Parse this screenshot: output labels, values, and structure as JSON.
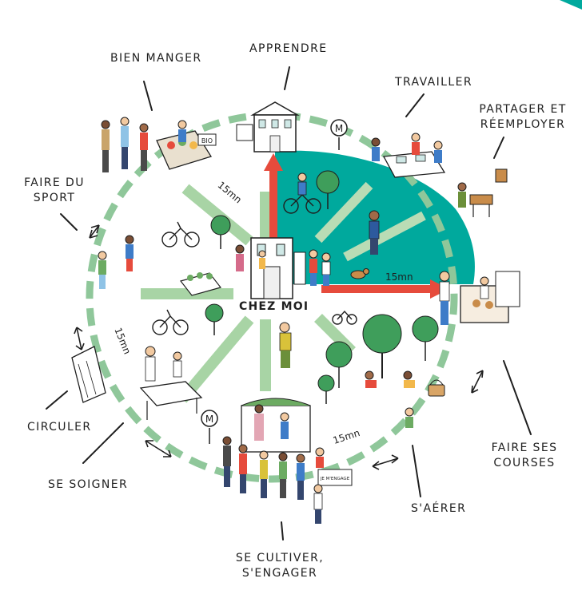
{
  "center_label": "CHEZ MOI",
  "distance_label": "15mn",
  "metro_glyph": "M",
  "market_sign": "BIO",
  "volunteer_sign": "JE M'ENGAGE",
  "functions": {
    "eat": "BIEN MANGER",
    "learn": "APPRENDRE",
    "work": "TRAVAILLER",
    "share_line1": "PARTAGER ET",
    "share_line2": "RÉEMPLOYER",
    "sport_line1": "FAIRE DU",
    "sport_line2": "SPORT",
    "move": "CIRCULER",
    "care": "SE SOIGNER",
    "culture_line1": "SE CULTIVER,",
    "culture_line2": "S'ENGAGER",
    "air": "S'AÉRER",
    "shop_line1": "FAIRE SES",
    "shop_line2": "COURSES"
  },
  "colors": {
    "teal": "#00a99d",
    "dash_green": "#8fc79a",
    "path_green": "#a8d4a5",
    "arrow_red": "#e64b3c",
    "ink": "#1f1f1f",
    "tree_green": "#3f9e5b"
  }
}
